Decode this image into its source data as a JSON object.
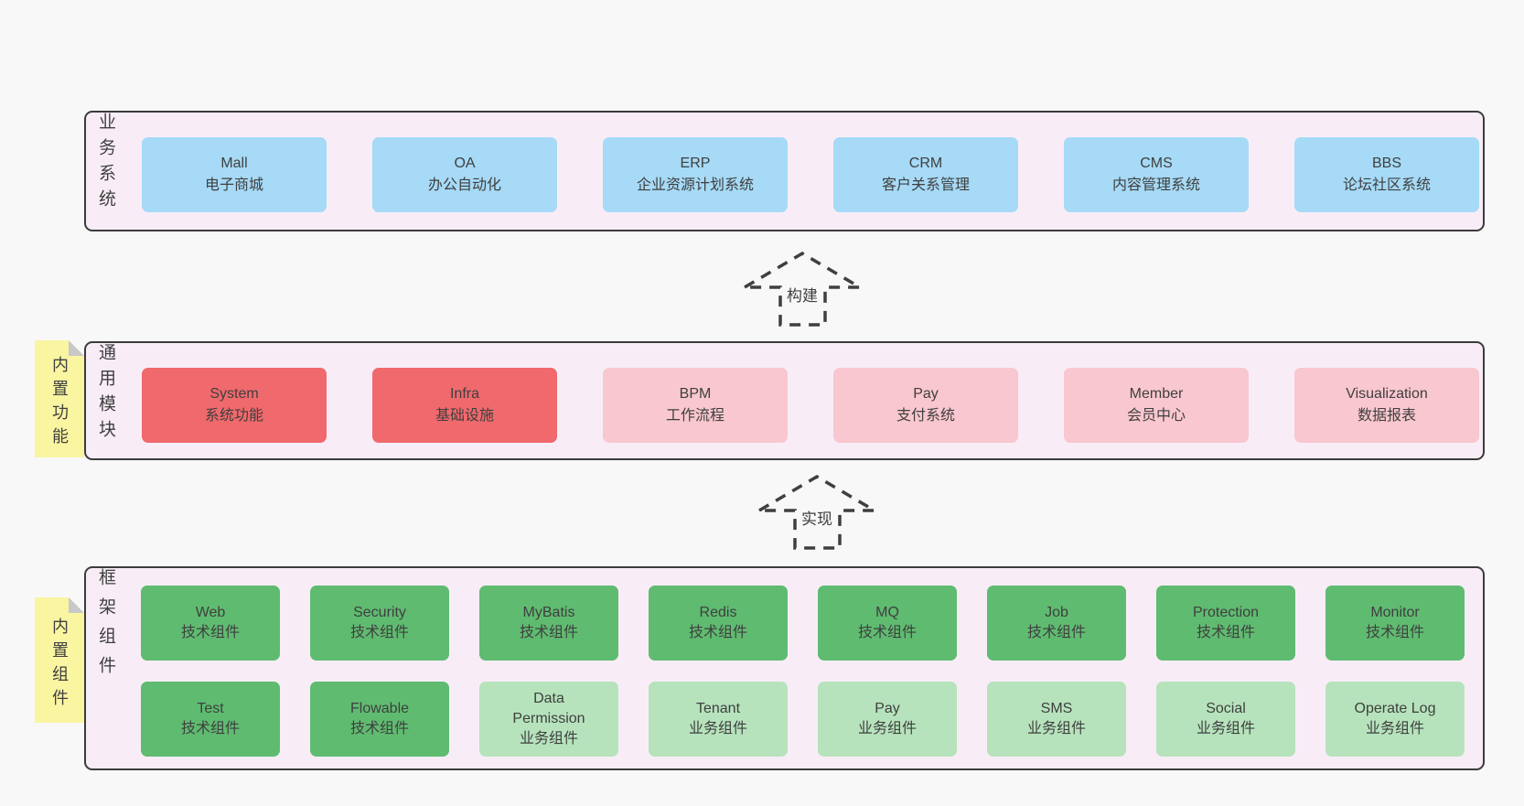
{
  "colors": {
    "page-bg": "#f8f8f8",
    "band-bg": "#f8edf7",
    "band-border": "#3b3b3b",
    "ink": "#3f3f3f",
    "blue": "#a6daf6",
    "red": "#f0696c",
    "pink": "#f9c7cf",
    "green": "#5fbb70",
    "green-light": "#b6e3bc",
    "sticky": "#f9f5a1",
    "sticky-fold": "#c8c8c8"
  },
  "arrows": [
    {
      "label": "构建"
    },
    {
      "label": "实现"
    }
  ],
  "bands": [
    {
      "label": "业务系统",
      "boxes": [
        {
          "title": "Mall",
          "subtitle": "电子商城"
        },
        {
          "title": "OA",
          "subtitle": "办公自动化"
        },
        {
          "title": "ERP",
          "subtitle": "企业资源计划系统"
        },
        {
          "title": "CRM",
          "subtitle": "客户关系管理"
        },
        {
          "title": "CMS",
          "subtitle": "内容管理系统"
        },
        {
          "title": "BBS",
          "subtitle": "论坛社区系统"
        }
      ]
    },
    {
      "label": "通用模块",
      "sticky": "内置功能",
      "boxes": [
        {
          "title": "System",
          "subtitle": "系统功能"
        },
        {
          "title": "Infra",
          "subtitle": "基础设施"
        },
        {
          "title": "BPM",
          "subtitle": "工作流程"
        },
        {
          "title": "Pay",
          "subtitle": "支付系统"
        },
        {
          "title": "Member",
          "subtitle": "会员中心"
        },
        {
          "title": "Visualization",
          "subtitle": "数据报表"
        }
      ]
    },
    {
      "label": "框架组件",
      "sticky": "内置组件",
      "rows": [
        [
          {
            "title": "Web",
            "subtitle": "技术组件"
          },
          {
            "title": "Security",
            "subtitle": "技术组件"
          },
          {
            "title": "MyBatis",
            "subtitle": "技术组件"
          },
          {
            "title": "Redis",
            "subtitle": "技术组件"
          },
          {
            "title": "MQ",
            "subtitle": "技术组件"
          },
          {
            "title": "Job",
            "subtitle": "技术组件"
          },
          {
            "title": "Protection",
            "subtitle": "技术组件"
          },
          {
            "title": "Monitor",
            "subtitle": "技术组件"
          }
        ],
        [
          {
            "title": "Test",
            "subtitle": "技术组件"
          },
          {
            "title": "Flowable",
            "subtitle": "技术组件"
          },
          {
            "title": "Data Permission",
            "subtitle": "业务组件"
          },
          {
            "title": "Tenant",
            "subtitle": "业务组件"
          },
          {
            "title": "Pay",
            "subtitle": "业务组件"
          },
          {
            "title": "SMS",
            "subtitle": "业务组件"
          },
          {
            "title": "Social",
            "subtitle": "业务组件"
          },
          {
            "title": "Operate Log",
            "subtitle": "业务组件"
          }
        ]
      ]
    }
  ]
}
